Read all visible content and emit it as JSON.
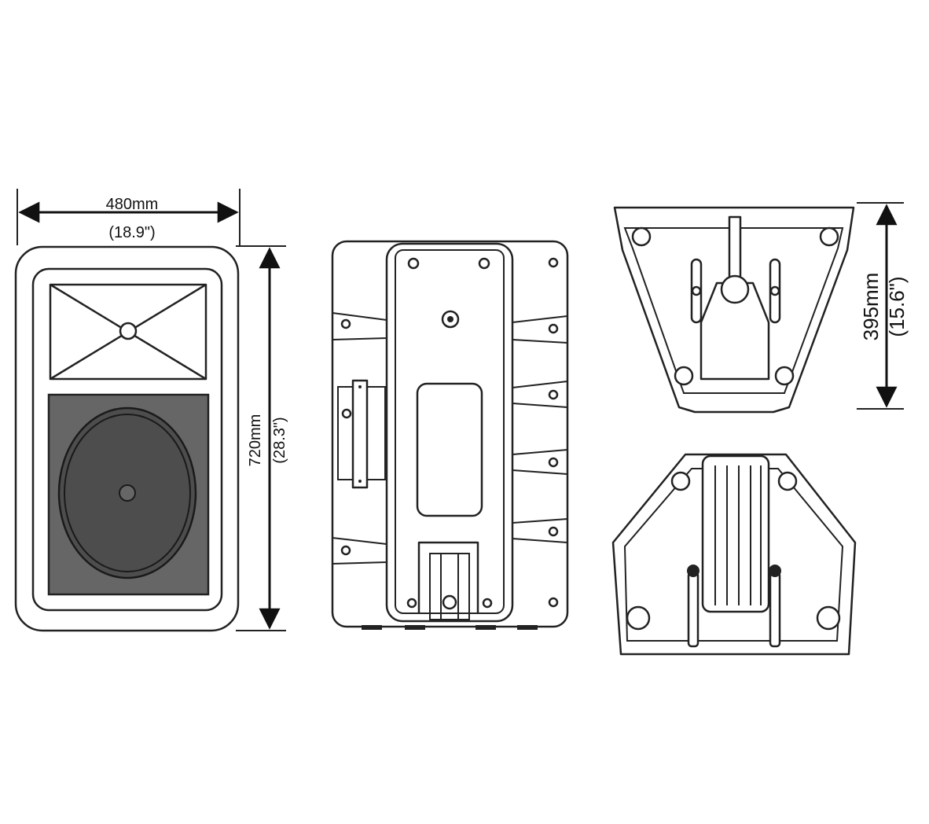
{
  "title": "Speaker dimension drawing",
  "dimensions": {
    "width": {
      "metric": "480mm",
      "imperial": "(18.9\")"
    },
    "height": {
      "metric": "720mm",
      "imperial": "(28.3\")"
    },
    "depth": {
      "metric": "395mm",
      "imperial": "(15.6\")"
    }
  },
  "views": [
    "front-view",
    "side-view",
    "top-view",
    "bottom-view"
  ],
  "colors": {
    "line": "#222222",
    "grille": "#666666",
    "background": "#ffffff"
  }
}
